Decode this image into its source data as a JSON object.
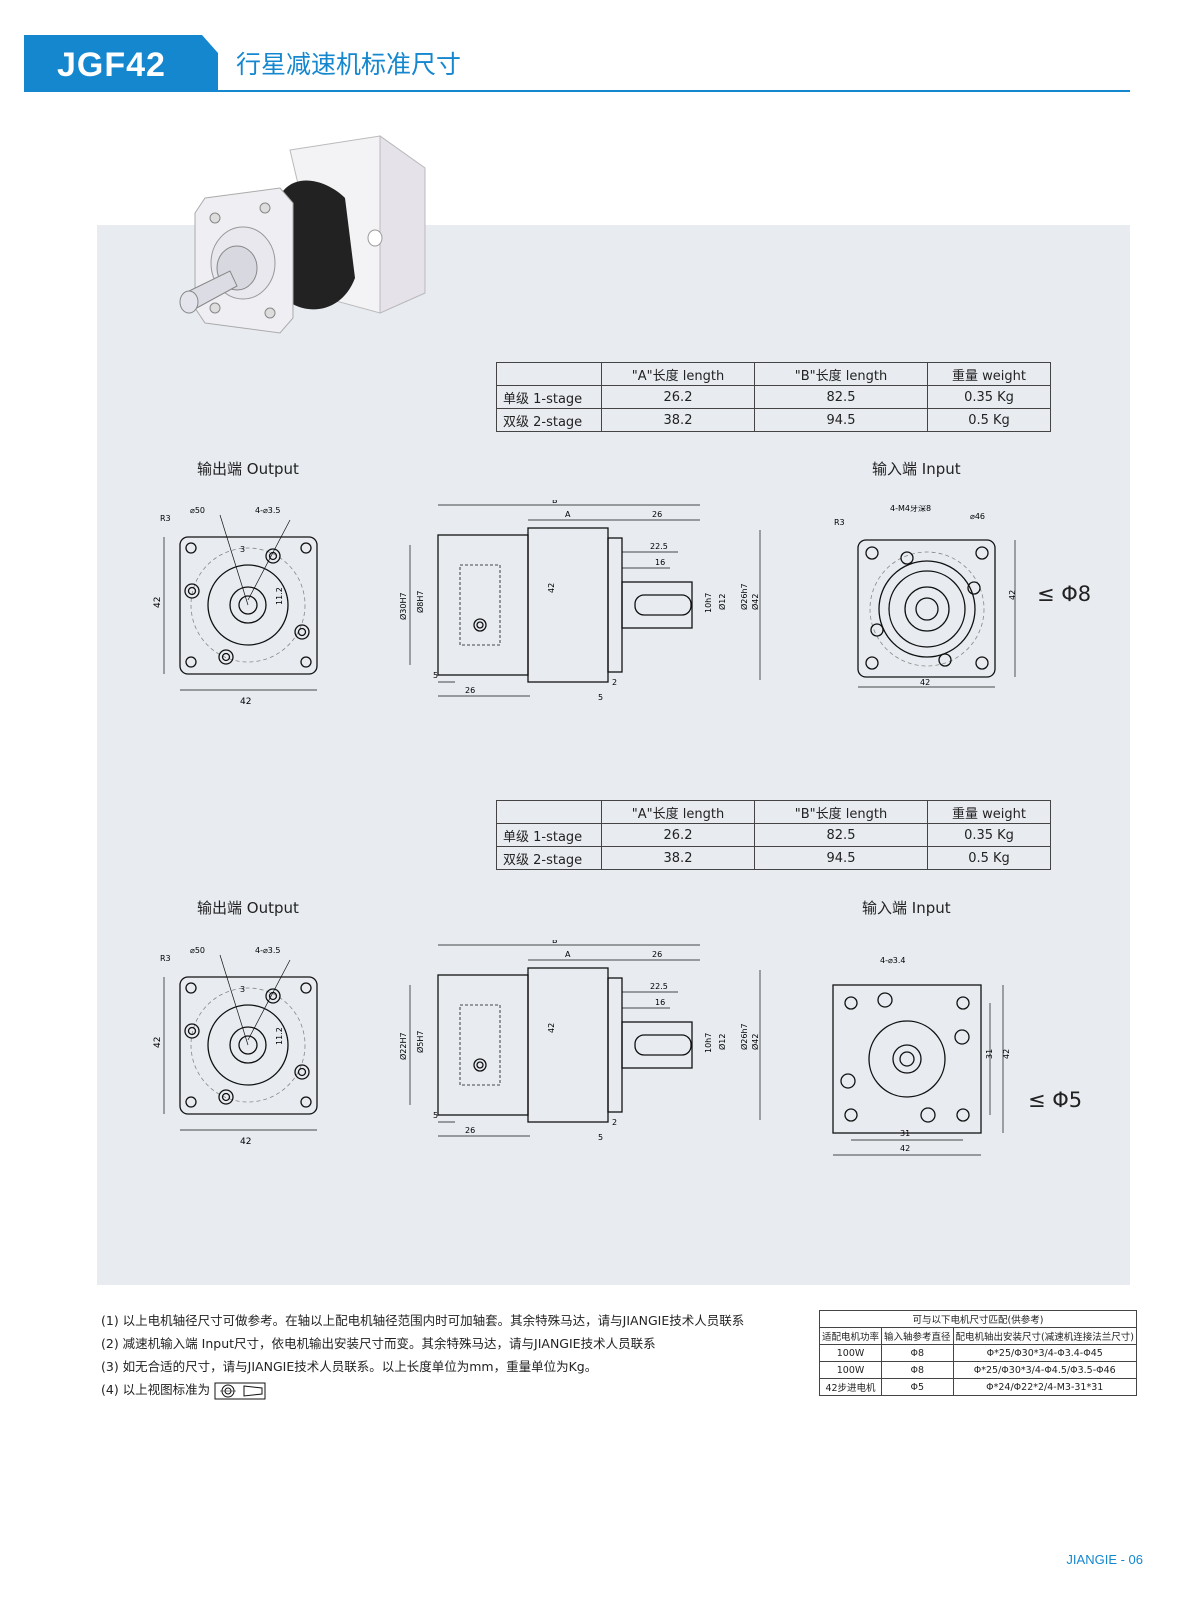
{
  "header": {
    "model": "JGF42",
    "title": "行星减速机标准尺寸"
  },
  "spec_tables": [
    {
      "headers": [
        "",
        "\"A\"长度 length",
        "\"B\"长度 length",
        "重量 weight"
      ],
      "rows": [
        [
          "单级 1-stage",
          "26.2",
          "82.5",
          "0.35 Kg"
        ],
        [
          "双级 2-stage",
          "38.2",
          "94.5",
          "0.5 Kg"
        ]
      ]
    },
    {
      "headers": [
        "",
        "\"A\"长度 length",
        "\"B\"长度 length",
        "重量 weight"
      ],
      "rows": [
        [
          "单级 1-stage",
          "26.2",
          "82.5",
          "0.35 Kg"
        ],
        [
          "双级 2-stage",
          "38.2",
          "94.5",
          "0.5 Kg"
        ]
      ]
    }
  ],
  "views": {
    "output_label": "输出端 Output",
    "input_label": "输入端 Input",
    "set1_phi": "≤ Φ8",
    "set2_phi": "≤ Φ5"
  },
  "dims": {
    "d42": "42",
    "d50": "⌀50",
    "d4holes": "4-⌀3.5",
    "r3": "R3",
    "d3": "3",
    "d11": "11.2",
    "B": "B",
    "A": "A",
    "d26": "26",
    "d22": "22.5",
    "d16": "16",
    "d10h7": "10h7",
    "d12": "Ø12",
    "d26h7": "Ø26h7",
    "d42phi": "Ø42",
    "d30h7": "Ø30H7",
    "d8h7": "Ø8H7",
    "d22h7": "Ø22H7",
    "d5h7": "Ø5H7",
    "d5": "5",
    "d2": "2",
    "dm4": "4-M4牙深8",
    "d46": "⌀46",
    "d34": "4-⌀3.4",
    "d31": "31"
  },
  "notes": [
    "(1) 以上电机轴径尺寸可做参考。在轴以上配电机轴径范围内时可加轴套。其余特殊马达，请与JIANGIE技术人员联系",
    "(2) 减速机输入端 Input尺寸，依电机输出安装尺寸而变。其余特殊马达，请与JIANGIE技术人员联系",
    "(3) 如无合适的尺寸，请与JIANGIE技术人员联系。以上长度单位为mm，重量单位为Kg。",
    "(4) 以上视图标准为"
  ],
  "motor_table": {
    "title": "可与以下电机尺寸匹配(供参考)",
    "headers": [
      "适配电机功率",
      "输入轴参考直径",
      "配电机轴出安装尺寸(减速机连接法兰尺寸)"
    ],
    "rows": [
      [
        "100W",
        "Φ8",
        "Φ*25/Φ30*3/4-Φ3.4-Φ45"
      ],
      [
        "100W",
        "Φ8",
        "Φ*25/Φ30*3/4-Φ4.5/Φ3.5-Φ46"
      ],
      [
        "42步进电机",
        "Φ5",
        "Φ*24/Φ22*2/4-M3-31*31"
      ]
    ]
  },
  "footer": {
    "page": "JIANGIE - 06"
  }
}
